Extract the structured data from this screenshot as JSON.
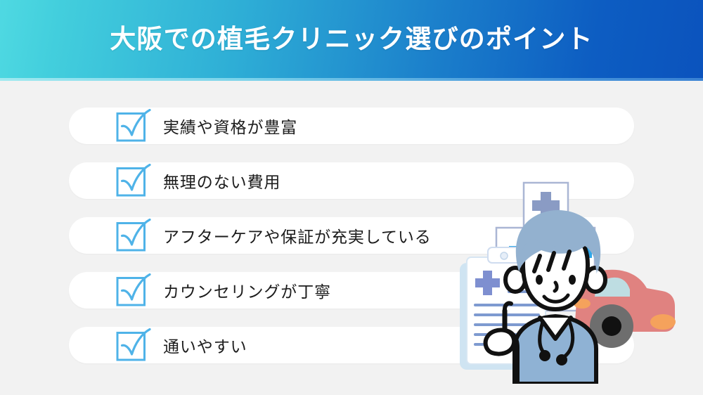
{
  "header": {
    "title": "大阪での植毛クリニック選びのポイント",
    "gradient_from": "#4FD9E2",
    "gradient_to": "#0B53BD",
    "title_color": "#FFFFFF"
  },
  "page": {
    "background_color": "#F2F2F2",
    "card_color": "#FFFFFF",
    "accent_color": "#4FB3E8",
    "text_color": "#1C1C1C"
  },
  "checklist": {
    "items": [
      {
        "icon": "checkbox-check-icon",
        "label": "実績や資格が豊富"
      },
      {
        "icon": "checkbox-check-icon",
        "label": "無理のない費用"
      },
      {
        "icon": "checkbox-check-icon",
        "label": "アフターケアや保証が充実している"
      },
      {
        "icon": "checkbox-check-icon",
        "label": "カウンセリングが丁寧"
      },
      {
        "icon": "checkbox-check-icon",
        "label": "通いやすい"
      }
    ]
  },
  "illustration": {
    "name": "doctor-clinic-ambulance-illustration",
    "elements": [
      "hospital-building",
      "hospital-cross-sign",
      "clipboard",
      "clipboard-cross",
      "doctor-character",
      "stethoscope",
      "pointing-hand",
      "ambulance-car"
    ],
    "colors": {
      "hair": "#93B1CF",
      "scrubs": "#8FB2D4",
      "car_body": "#E08280",
      "car_window": "#BEDDE2",
      "car_wheel": "#6E6E6E",
      "car_light": "#F5A25C",
      "hospital_cross": "#8A9BC4",
      "hospital_window": "#2FA7E8",
      "clipboard_border": "#CFE4F2",
      "clipboard_lines": "#7E9AD0",
      "outline": "#111111"
    }
  }
}
